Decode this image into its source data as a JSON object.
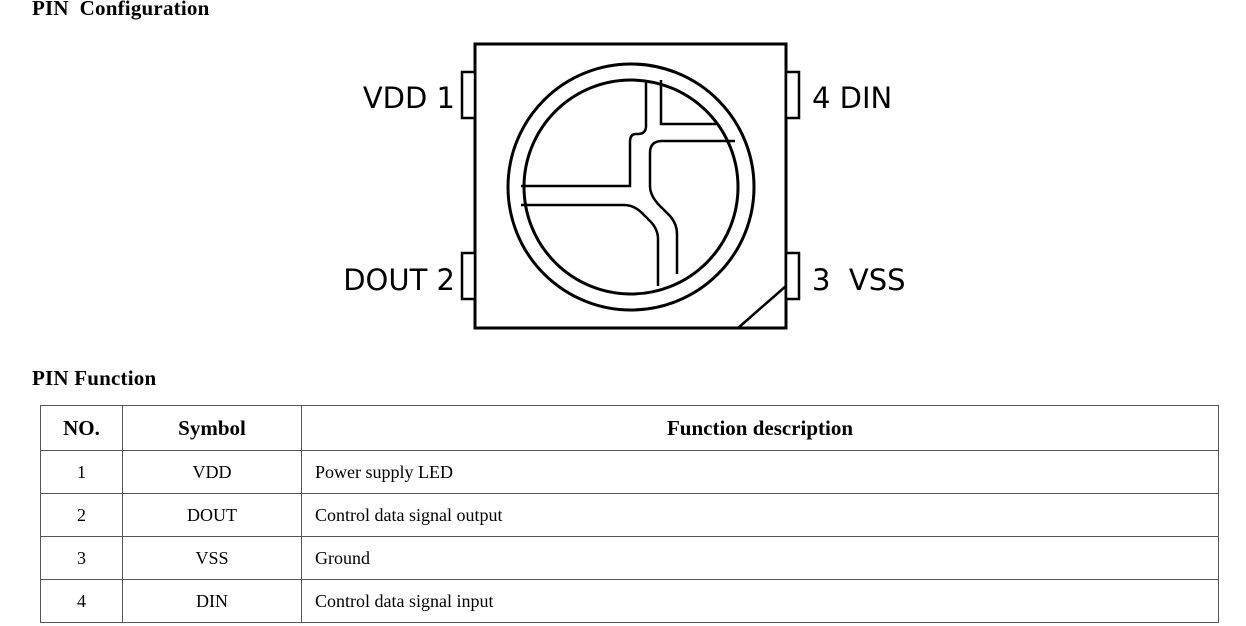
{
  "config_heading": "PIN  Configuration",
  "function_heading": "PIN Function",
  "diagram": {
    "pins": [
      {
        "label": "VDD 1"
      },
      {
        "label": "4 DIN"
      },
      {
        "label": "DOUT 2"
      },
      {
        "label": "3  VSS"
      }
    ]
  },
  "table": {
    "headers": [
      "NO.",
      "Symbol",
      "Function description"
    ],
    "rows": [
      [
        "1",
        "VDD",
        "Power supply LED"
      ],
      [
        "2",
        "DOUT",
        "Control data signal output"
      ],
      [
        "3",
        "VSS",
        "Ground"
      ],
      [
        "4",
        "DIN",
        "Control data signal input"
      ]
    ]
  }
}
